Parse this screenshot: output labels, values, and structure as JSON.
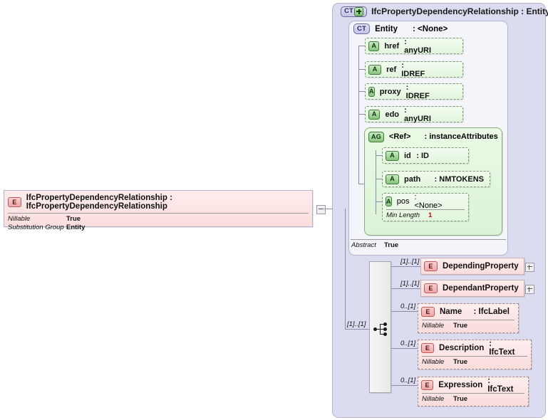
{
  "diagram": {
    "title": "IfcPropertyDependencyRelationship : Entity",
    "ct_badge": "CT",
    "a_badge": "A",
    "ag_badge": "AG",
    "e_badge": "E"
  },
  "entity_box": {
    "badge": "CT",
    "name": "Entity",
    "type": ": <None>",
    "abstract_key": "Abstract",
    "abstract_val": "True"
  },
  "attributes": [
    {
      "badge": "A",
      "name": "href",
      "type": ": anyURI"
    },
    {
      "badge": "A",
      "name": "ref",
      "type": ": IDREF"
    },
    {
      "badge": "A",
      "name": "proxy",
      "type": ": IDREF"
    },
    {
      "badge": "A",
      "name": "edo",
      "type": ": anyURI"
    }
  ],
  "attribute_group": {
    "badge": "AG",
    "name": "<Ref>",
    "type": ": instanceAttributes",
    "attributes": [
      {
        "badge": "A",
        "name": "id",
        "type": ": ID"
      },
      {
        "badge": "A",
        "name": "path",
        "type": ": NMTOKENS"
      },
      {
        "badge": "A",
        "name": "pos",
        "type": ": <None>",
        "facet_key": "Min Length",
        "facet_val": "1"
      }
    ]
  },
  "left_element": {
    "badge": "E",
    "title": "IfcPropertyDependencyRelationship : IfcPropertyDependencyRelationship",
    "props": [
      {
        "key": "Nillable",
        "val": "True"
      },
      {
        "key": "Substitution Group",
        "val": "Entity"
      }
    ]
  },
  "sequence": {
    "icon": "sequence-icon",
    "cardinality": "[1]..[1]"
  },
  "children": [
    {
      "badge": "E",
      "name": "DependingProperty",
      "type": "",
      "cardinality": "[1]..[1]",
      "style": "solid",
      "expandable": true,
      "props": []
    },
    {
      "badge": "E",
      "name": "DependantProperty",
      "type": "",
      "cardinality": "[1]..[1]",
      "style": "solid",
      "expandable": true,
      "props": []
    },
    {
      "badge": "E",
      "name": "Name",
      "type": ": IfcLabel",
      "cardinality": "0..[1]",
      "style": "dashed",
      "expandable": false,
      "props": [
        {
          "key": "Nillable",
          "val": "True"
        }
      ]
    },
    {
      "badge": "E",
      "name": "Description",
      "type": ": IfcText",
      "cardinality": "0..[1]",
      "style": "dashed",
      "expandable": false,
      "props": [
        {
          "key": "Nillable",
          "val": "True"
        }
      ]
    },
    {
      "badge": "E",
      "name": "Expression",
      "type": ": IfcText",
      "cardinality": "0..[1]",
      "style": "dashed",
      "expandable": false,
      "props": [
        {
          "key": "Nillable",
          "val": "True"
        }
      ]
    }
  ],
  "colors": {
    "panel_bg": "#dcdcf0",
    "attribute_green": "#e2f5dd",
    "element_pink": "#fadcdc",
    "line": "#8c8ca8",
    "facet_red": "#cc0000"
  }
}
